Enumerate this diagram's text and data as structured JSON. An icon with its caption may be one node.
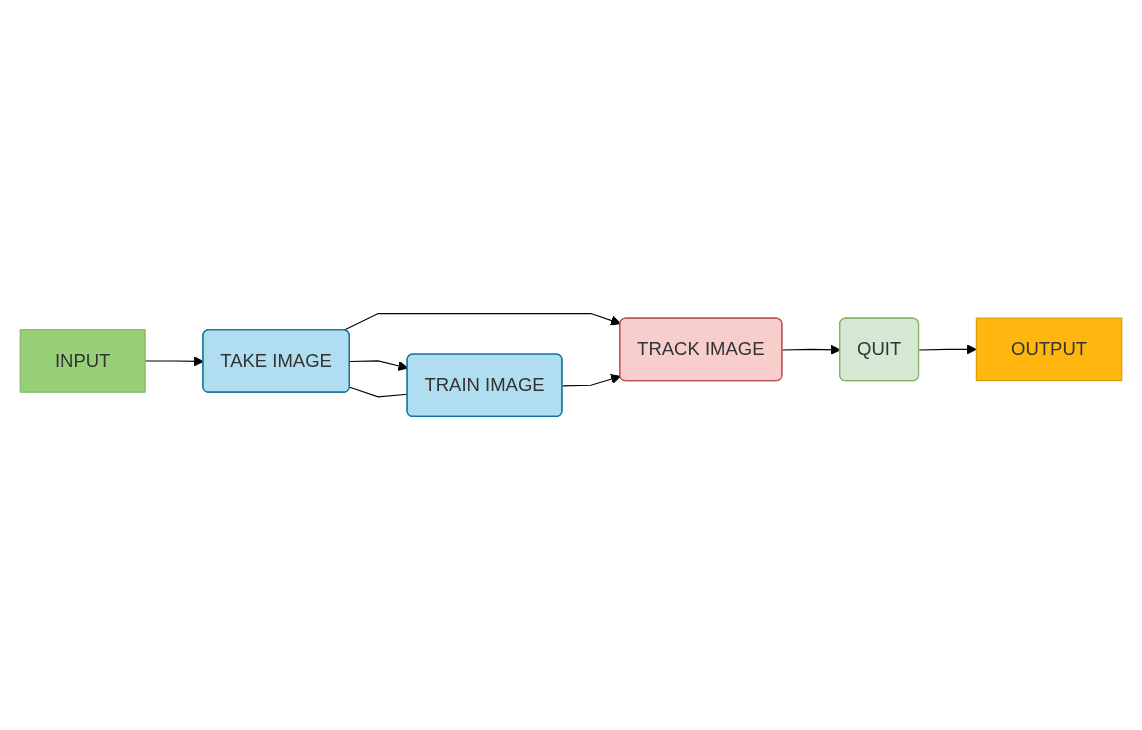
{
  "diagram": {
    "nodes": [
      {
        "text": [
          "INPUT"
        ]
      },
      {
        "text": [
          "TAKE IMAGE"
        ]
      },
      {
        "text": [
          "TRAIN IMAGE"
        ]
      },
      {
        "text": [
          "TRACK IMAGE"
        ]
      },
      {
        "text": [
          "QUIT"
        ]
      },
      {
        "text": [
          "OUTPUT"
        ]
      }
    ],
    "edges": [
      {
        "from": 0,
        "to": 1,
        "arrow": "to"
      },
      {
        "from": 1,
        "to": 2,
        "arrow": "to"
      },
      {
        "from": 1,
        "to": 2,
        "arrow": "none"
      },
      {
        "from": 1,
        "to": 3,
        "arrow": "to"
      },
      {
        "from": 2,
        "to": 3,
        "arrow": "to"
      },
      {
        "from": 3,
        "to": 4,
        "arrow": "to"
      },
      {
        "from": 4,
        "to": 5,
        "arrow": "to"
      }
    ]
  }
}
